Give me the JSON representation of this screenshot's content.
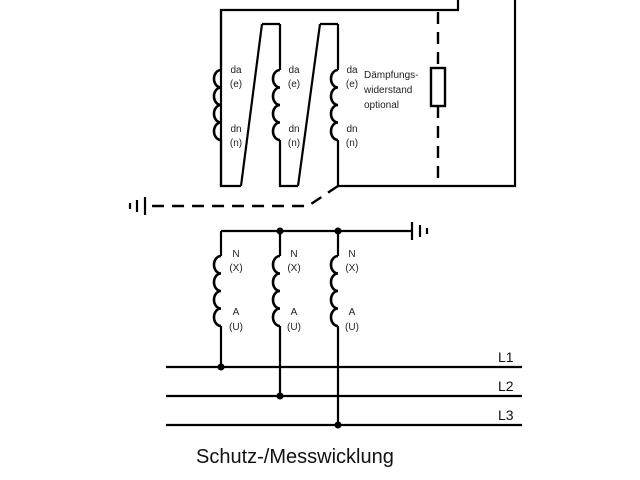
{
  "secondary": {
    "windings": [
      {
        "top": "da",
        "top_alt": "(e)",
        "bottom": "dn",
        "bottom_alt": "(n)"
      },
      {
        "top": "da",
        "top_alt": "(e)",
        "bottom": "dn",
        "bottom_alt": "(n)"
      },
      {
        "top": "da",
        "top_alt": "(e)",
        "bottom": "dn",
        "bottom_alt": "(n)"
      }
    ],
    "resistor_label": [
      "Dämpfungs-",
      "widerstand",
      "optional"
    ]
  },
  "primary": {
    "windings": [
      {
        "top": "N",
        "top_alt": "(X)",
        "bottom": "A",
        "bottom_alt": "(U)"
      },
      {
        "top": "N",
        "top_alt": "(X)",
        "bottom": "A",
        "bottom_alt": "(U)"
      },
      {
        "top": "N",
        "top_alt": "(X)",
        "bottom": "A",
        "bottom_alt": "(U)"
      }
    ]
  },
  "lines": [
    "L1",
    "L2",
    "L3"
  ],
  "caption": "Schutz-/Messwicklung",
  "colors": {
    "stroke": "#000000",
    "background": "#ffffff"
  }
}
